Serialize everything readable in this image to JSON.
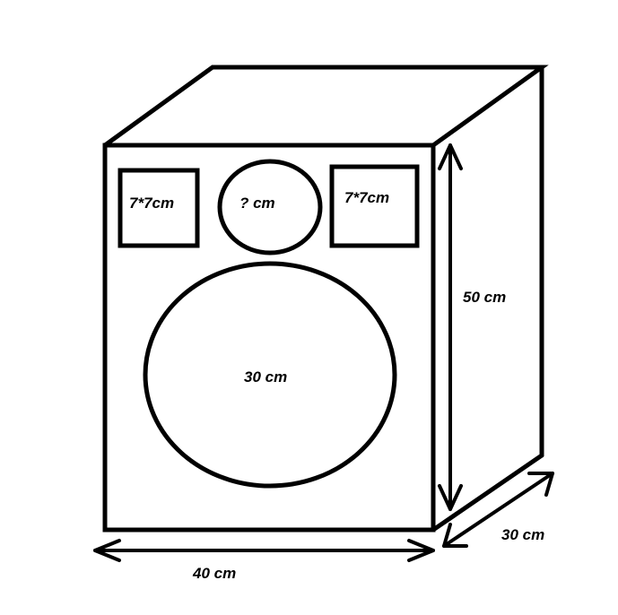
{
  "colors": {
    "stroke": "#000000",
    "background": "#ffffff"
  },
  "labels": {
    "left_port": "7*7cm",
    "tweeter": "? cm",
    "right_port": "7*7cm",
    "woofer": "30 cm",
    "height": "50 cm",
    "width": "40 cm",
    "depth": "30 cm"
  }
}
